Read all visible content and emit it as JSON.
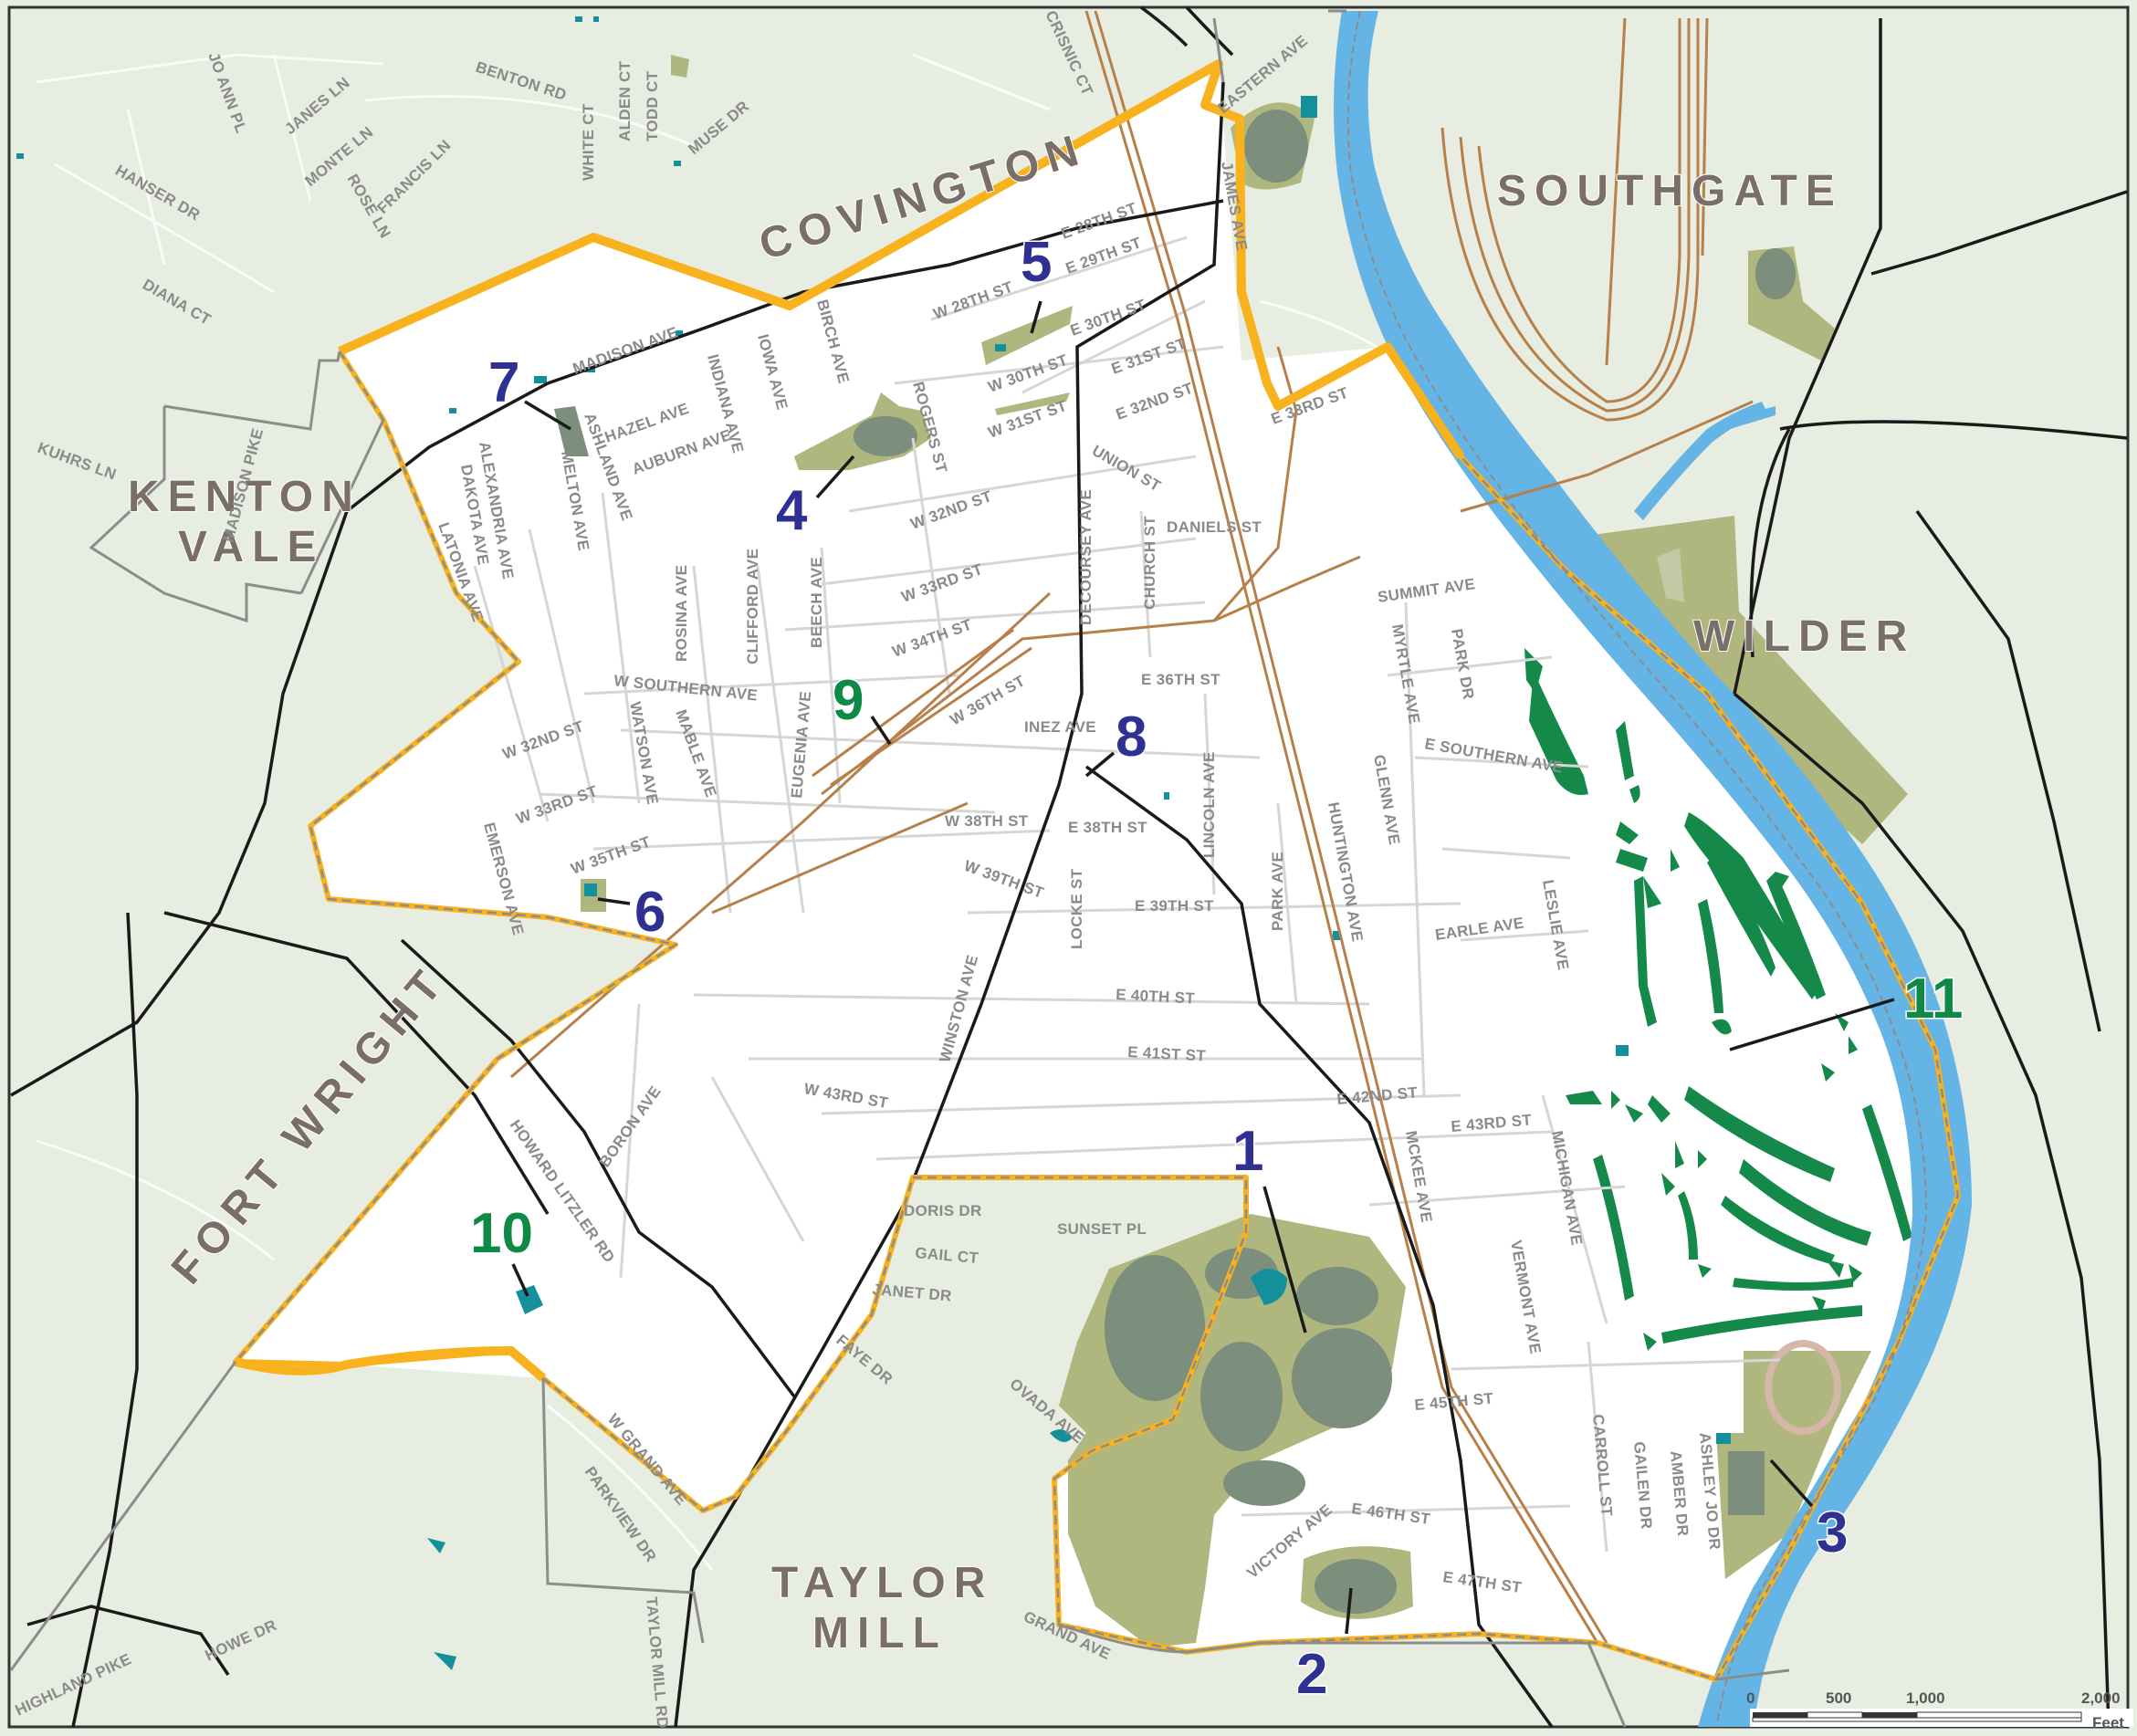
{
  "map": {
    "towns": {
      "covington": "COVINGTON",
      "southgate": "SOUTHGATE",
      "kenton_vale": [
        "KENTON",
        "VALE"
      ],
      "wilder": "WILDER",
      "fort_wright": "FORT WRIGHT",
      "taylor_mill": [
        "TAYLOR",
        "MILL"
      ]
    },
    "parks": [
      {
        "number": "1",
        "color": "blue"
      },
      {
        "number": "2",
        "color": "blue"
      },
      {
        "number": "3",
        "color": "blue"
      },
      {
        "number": "4",
        "color": "blue"
      },
      {
        "number": "5",
        "color": "blue"
      },
      {
        "number": "6",
        "color": "blue"
      },
      {
        "number": "7",
        "color": "blue"
      },
      {
        "number": "8",
        "color": "blue"
      },
      {
        "number": "9",
        "color": "green"
      },
      {
        "number": "10",
        "color": "green"
      },
      {
        "number": "11",
        "color": "green"
      }
    ],
    "streets": [
      "JO ANN PL",
      "JANES LN",
      "BENTON RD",
      "WHITE CT",
      "ALDEN CT",
      "TODD CT",
      "MUSE DR",
      "MONTE LN",
      "ROSE LN",
      "FRANCIS LN",
      "HANSER DR",
      "DIANA CT",
      "KUHRS LN",
      "CRISNIC CT",
      "EASTERN AVE",
      "JAMES AVE",
      "E 28TH ST",
      "E 29TH ST",
      "W 28TH ST",
      "E 30TH ST",
      "W 30TH ST",
      "E 31ST ST",
      "W 31ST ST",
      "E 32ND ST",
      "UNION ST",
      "E 33RD ST",
      "MADISON AVE",
      "HAZEL AVE",
      "ASHLAND AVE",
      "AUBURN AVE",
      "INDIANA AVE",
      "IOWA AVE",
      "BIRCH AVE",
      "ROGERS ST",
      "ALEXANDRIA AVE",
      "DAKOTA AVE",
      "MELTON AVE",
      "LATONIA AVE",
      "W 32ND ST",
      "W 33RD ST",
      "W 34TH ST",
      "ROSINA AVE",
      "CLIFFORD AVE",
      "BEECH AVE",
      "DECOURSEY AVE",
      "CHURCH ST",
      "DANIELS ST",
      "W SOUTHERN AVE",
      "EUGENIA AVE",
      "W 36TH ST",
      "E 36TH ST",
      "INEZ AVE",
      "SUMMIT AVE",
      "PARK DR",
      "MYRTLE AVE",
      "E SOUTHERN AVE",
      "GLENN AVE",
      "WATSON AVE",
      "MABLE AVE",
      "W 33RD ST",
      "W 32ND ST",
      "W 35TH ST",
      "EMERSON AVE",
      "W 38TH ST",
      "E 38TH ST",
      "LINCOLN AVE",
      "W 39TH ST",
      "LOCKE ST",
      "E 39TH ST",
      "PARK AVE",
      "HUNTINGTON AVE",
      "EARLE AVE",
      "LESLIE AVE",
      "WINSTON AVE",
      "E 40TH ST",
      "E 41ST ST",
      "MADISON PIKE",
      "BORON AVE",
      "W 43RD ST",
      "E 42ND ST",
      "E 43RD ST",
      "MCKEE AVE",
      "MICHIGAN AVE",
      "VERMONT AVE",
      "HOWARD LITZLER RD",
      "DORIS DR",
      "SUNSET PL",
      "GAIL CT",
      "JANET DR",
      "FAYE DR",
      "OVADA AVE",
      "E 45TH ST",
      "CARROLL ST",
      "GAILEN DR",
      "AMBER DR",
      "ASHLEY JO DR",
      "VICTORY AVE",
      "E 46TH ST",
      "E 47TH ST",
      "W GRAND AVE",
      "GRAND AVE",
      "PARKVIEW DR",
      "HOWE DR",
      "HIGHLAND PIKE",
      "TAYLOR MILL RD"
    ],
    "scale_bar": {
      "ticks": [
        "0",
        "500",
        "1,000",
        "2,000"
      ],
      "unit": "Feet"
    },
    "colors": {
      "background": "#e7ede0",
      "city": "#ffffff",
      "river": "#64b4e5",
      "park": "#afb67e",
      "park_dark": "#7c8e7c",
      "golf": "#15894a",
      "boundary": "#f8b21e",
      "rail": "#b7804a",
      "blue_label": "#2e3192",
      "green_label": "#0e8a46"
    }
  }
}
